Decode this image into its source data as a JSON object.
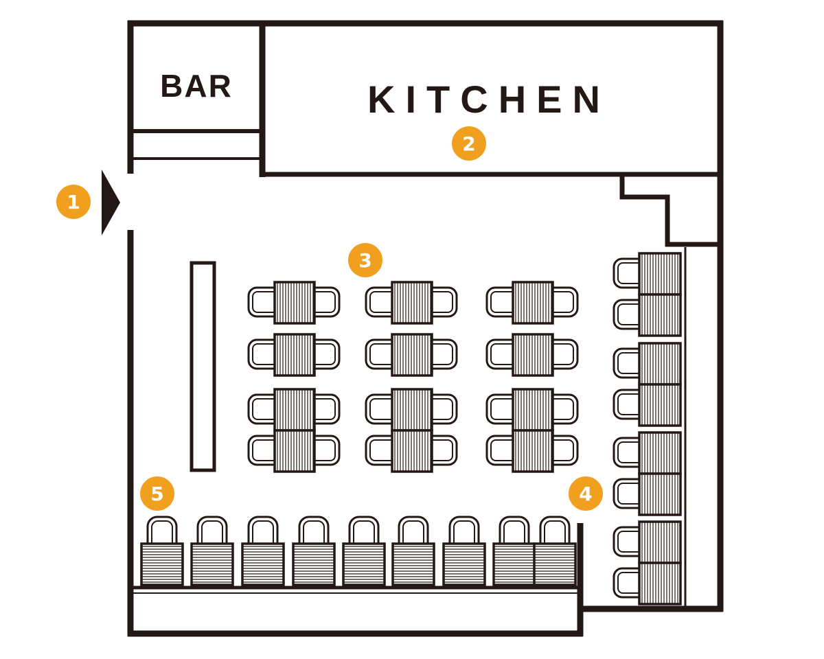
{
  "colors": {
    "ink": "#231815",
    "accent": "#F0A01E",
    "background": "#FFFFFF"
  },
  "rooms": {
    "bar": "BAR",
    "kitchen": "KITCHEN"
  },
  "markers": [
    {
      "id": "entrance",
      "label": "1"
    },
    {
      "id": "kitchen",
      "label": "2"
    },
    {
      "id": "center-tables",
      "label": "3"
    },
    {
      "id": "wall-tables",
      "label": "4"
    },
    {
      "id": "counter-seats",
      "label": "5"
    }
  ],
  "icons": {
    "entrance": "entrance-arrow-icon",
    "table": "table-icon",
    "chair": "chair-icon",
    "stool": "stool-icon"
  }
}
